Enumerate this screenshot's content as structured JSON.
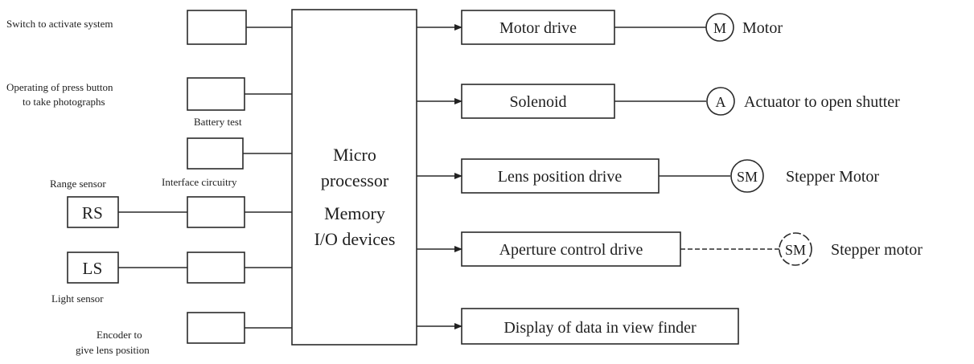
{
  "inputs": {
    "switch_label": "Switch to activate system",
    "press_button_line1": "Operating of press button",
    "press_button_line2": "to take photographs",
    "battery_test": "Battery test",
    "interface_circuitry": "Interface circuitry",
    "range_sensor": "Range sensor",
    "rs_symbol": "RS",
    "ls_symbol": "LS",
    "light_sensor": "Light sensor",
    "encoder_line1": "Encoder to",
    "encoder_line2": "give lens position"
  },
  "processor": {
    "line1": "Micro",
    "line2": "processor",
    "line3": "Memory",
    "line4": "I/O devices"
  },
  "outputs": {
    "motor_drive": "Motor drive",
    "solenoid": "Solenoid",
    "lens_position_drive": "Lens position drive",
    "aperture_control_drive": "Aperture control drive",
    "display": "Display of data in view finder"
  },
  "actuators": {
    "m_symbol": "M",
    "m_label": "Motor",
    "a_symbol": "A",
    "a_label": "Actuator to open shutter",
    "sm1_symbol": "SM",
    "sm1_label": "Stepper Motor",
    "sm2_symbol": "SM",
    "sm2_label": "Stepper motor"
  }
}
